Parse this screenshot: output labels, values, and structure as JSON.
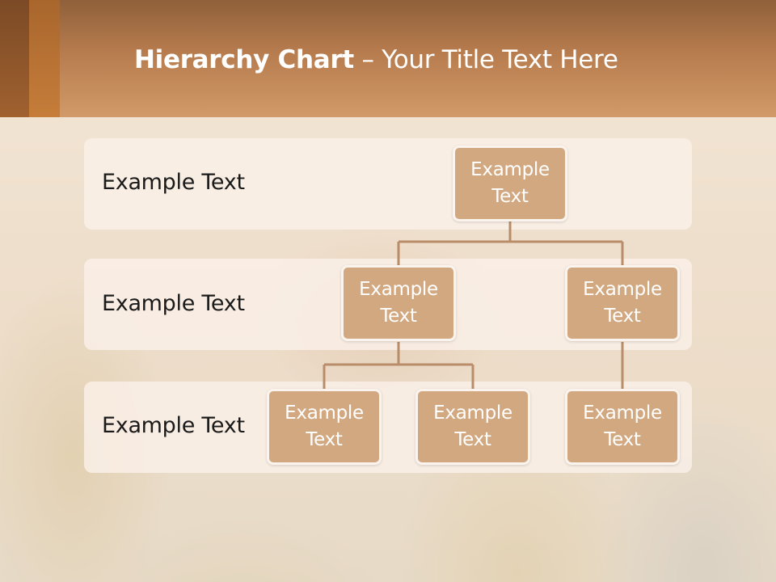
{
  "slide": {
    "title_bold": "Hierarchy Chart",
    "title_rest": " – Your Title Text Here"
  },
  "levels": [
    {
      "label": "Example Text"
    },
    {
      "label": "Example Text"
    },
    {
      "label": "Example Text"
    }
  ],
  "nodes": {
    "root": {
      "line1": "Example",
      "line2": "Text"
    },
    "l2_left": {
      "line1": "Example",
      "line2": "Text"
    },
    "l2_right": {
      "line1": "Example",
      "line2": "Text"
    },
    "l3_a": {
      "line1": "Example",
      "line2": "Text"
    },
    "l3_b": {
      "line1": "Example",
      "line2": "Text"
    },
    "l3_c": {
      "line1": "Example",
      "line2": "Text"
    }
  },
  "colors": {
    "header": "#b77c4e",
    "node_fill": "#d2a880",
    "connector": "#b98d69"
  }
}
